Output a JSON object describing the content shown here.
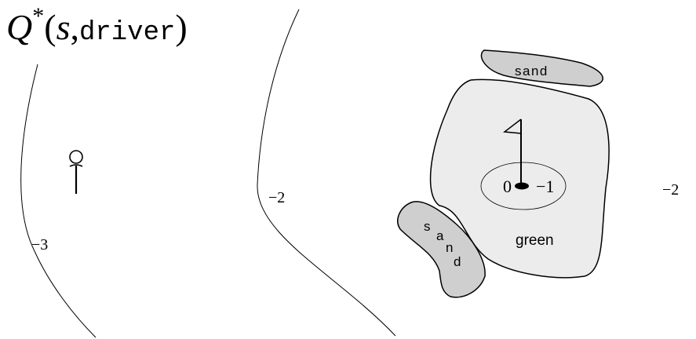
{
  "title": {
    "function_symbol": "Q",
    "superscript": "*",
    "open_paren": "(",
    "state_var": "s",
    "comma": ",",
    "action": "driver",
    "close_paren": ")"
  },
  "labels": {
    "contour_left_value": "−3",
    "contour_middle_value": "−2",
    "far_right_value": "−2",
    "hole_value": "0",
    "inner_contour_value": "−1",
    "green_label": "green",
    "sand_top_label": "sand",
    "sand_bottom_letters": [
      "s",
      "a",
      "n",
      "d"
    ]
  },
  "colors": {
    "green_fill": "#ececec",
    "sand_fill": "#cfcfcf",
    "stroke": "#000000"
  },
  "icons": [
    "tee-icon",
    "flag-icon",
    "hole-icon"
  ]
}
